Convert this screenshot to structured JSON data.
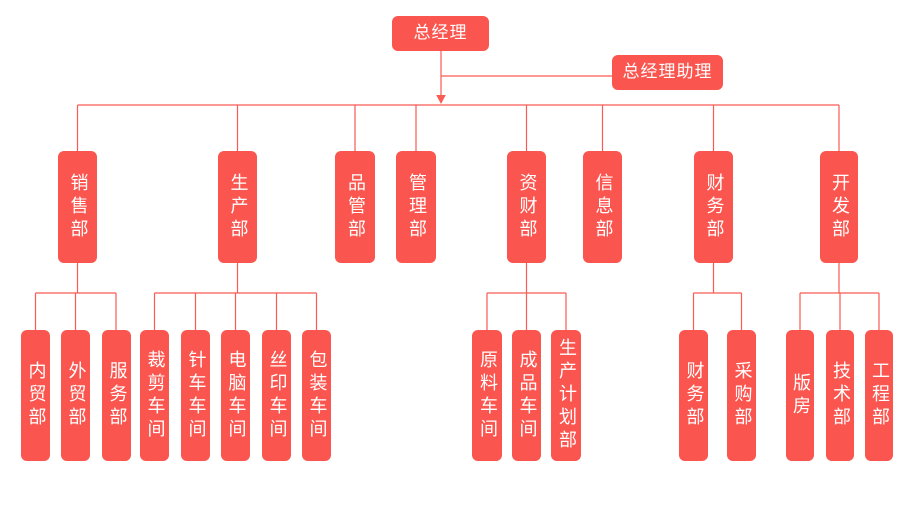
{
  "colors": {
    "node_fill": "#FB554F",
    "line": "#FB5B55",
    "text": "#FFFFFF",
    "background": "#FFFFFF"
  },
  "org": {
    "root": "总经理",
    "assistant": "总经理助理",
    "departments": [
      {
        "label": "销售部",
        "children": [
          "内贸部",
          "外贸部",
          "服务部"
        ]
      },
      {
        "label": "生产部",
        "children": [
          "裁剪车间",
          "针车车间",
          "电脑车间",
          "丝印车间",
          "包装车间"
        ]
      },
      {
        "label": "品管部",
        "children": []
      },
      {
        "label": "管理部",
        "children": []
      },
      {
        "label": "资财部",
        "children": [
          "原料车间",
          "成品车间",
          "生产计划部"
        ]
      },
      {
        "label": "信息部",
        "children": []
      },
      {
        "label": "财务部",
        "children": [
          "财务部",
          "采购部"
        ]
      },
      {
        "label": "开发部",
        "children": [
          "版房",
          "技术部",
          "工程部"
        ]
      }
    ]
  }
}
